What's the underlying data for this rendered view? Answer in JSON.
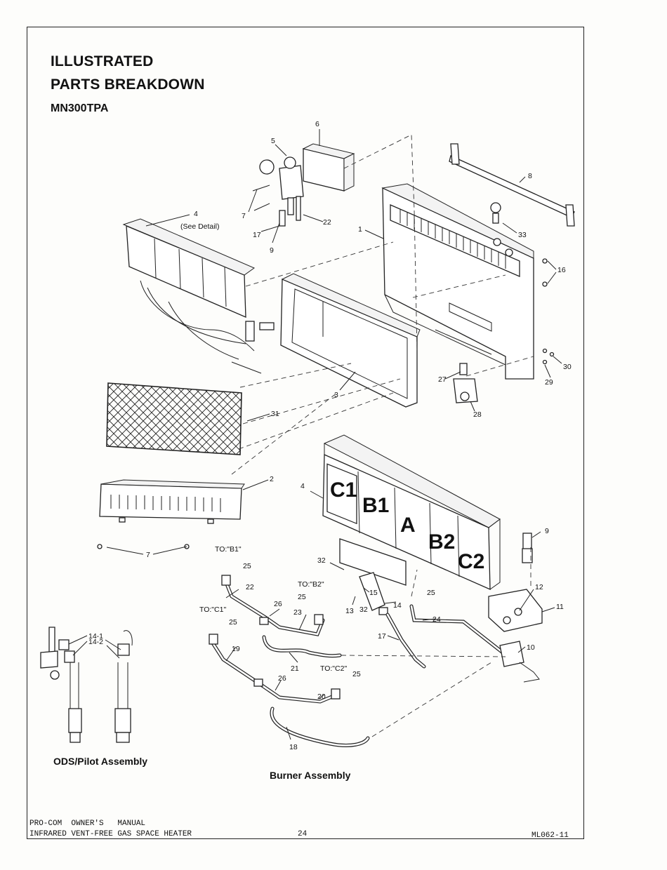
{
  "document": {
    "title_line1": "ILLUSTRATED",
    "title_line2": "PARTS BREAKDOWN",
    "model": "MN300TPA",
    "caption_ods": "ODS/Pilot Assembly",
    "caption_burner": "Burner Assembly",
    "footer": {
      "line1": "PRO-COM  OWNER'S   MANUAL",
      "line2": "INFRARED VENT-FREE GAS SPACE HEATER",
      "page_number": "24",
      "doc_code": "ML062-11"
    }
  },
  "callouts": {
    "c1": "1",
    "c2": "2",
    "c3": "3",
    "c4a": "4",
    "c4_detail": "(See Detail)",
    "c4b": "4",
    "c5": "5",
    "c6": "6",
    "c7a": "7",
    "c7b": "7",
    "c8": "8",
    "c9a": "9",
    "c9b": "9",
    "c10": "10",
    "c11": "11",
    "c12": "12",
    "c13": "13",
    "c14": "14",
    "c14_1": "14-1",
    "c14_2": "14-2",
    "c15": "15",
    "c16": "16",
    "c17a": "17",
    "c17b": "17",
    "c18": "18",
    "c19": "19",
    "c20": "20",
    "c21": "21",
    "c22a": "22",
    "c22b": "22",
    "c23": "23",
    "c24": "24",
    "c25a": "25",
    "c25b": "25",
    "c25c": "25",
    "c25d": "25",
    "c25e": "25",
    "c26a": "26",
    "c26b": "26",
    "c27": "27",
    "c28": "28",
    "c29": "29",
    "c30": "30",
    "c31": "31",
    "c32a": "32",
    "c32b": "32",
    "c33": "33"
  },
  "burner_labels": {
    "c1": "C1",
    "b1": "B1",
    "a": "A",
    "b2": "B2",
    "c2": "C2"
  },
  "connections": {
    "to_b1": "TO:\"B1\"",
    "to_b2": "TO:\"B2\"",
    "to_c1": "TO:\"C1\"",
    "to_c2": "TO:\"C2\""
  }
}
